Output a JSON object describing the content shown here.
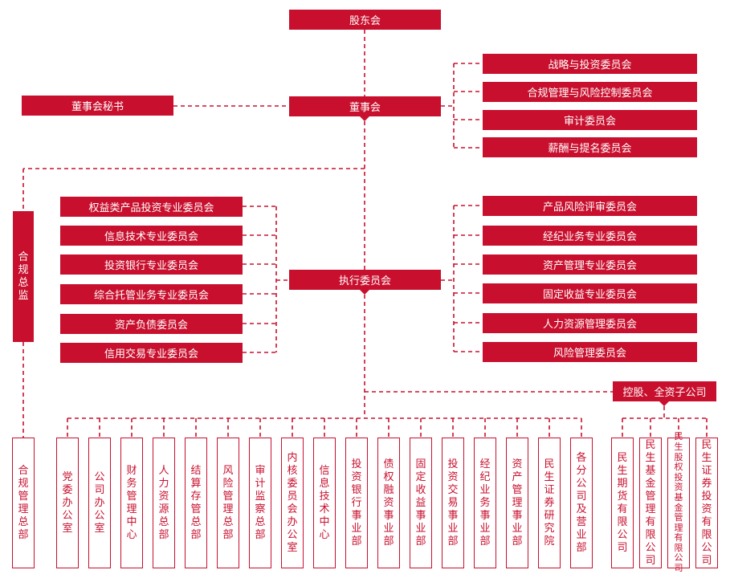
{
  "top": {
    "shareholders": "股东会",
    "board": "董事会",
    "board_secretary": "董事会秘书",
    "executive_committee": "执行委员会",
    "compliance_director": "合规总监",
    "subsidiaries_header": "控股、全资子公司"
  },
  "board_committees": [
    "战略与投资委员会",
    "合规管理与风险控制委员会",
    "审计委员会",
    "薪酬与提名委员会"
  ],
  "left_committees": [
    "权益类产品投资专业委员会",
    "信息技术专业委员会",
    "投资银行专业委员会",
    "综合托管业务专业委员会",
    "资产负债委员会",
    "信用交易专业委员会"
  ],
  "right_committees": [
    "产品风险评审委员会",
    "经纪业务专业委员会",
    "资产管理专业委员会",
    "固定收益专业委员会",
    "人力资源管理委员会",
    "风险管理委员会"
  ],
  "compliance_dept": "合规管理总部",
  "departments": [
    "党委办公室",
    "公司办公室",
    "财务管理中心",
    "人力资源总部",
    "结算存管总部",
    "风险管理总部",
    "审计监察总部",
    "内核委员会办公室",
    "信息技术中心",
    "投资银行事业部",
    "债权融资事业部",
    "固定收益事业部",
    "投资交易事业部",
    "经纪业务事业部",
    "资产管理事业部",
    "民生证券研究院",
    "各分公司及营业部"
  ],
  "subsidiaries": [
    "民生期货有限公司",
    "民生基金管理有限公司",
    "民生股权投资基金管理有限公司",
    "民生证券投资有限公司"
  ],
  "colors": {
    "primary": "#c8102e",
    "text_on_primary": "#ffffff",
    "background": "#ffffff"
  }
}
